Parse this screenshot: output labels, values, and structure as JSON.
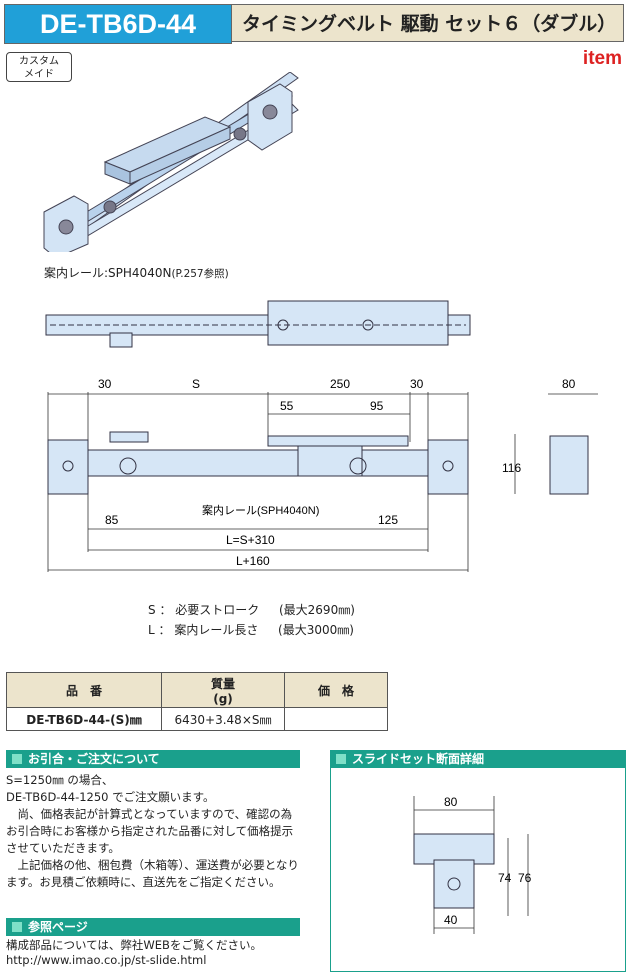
{
  "header": {
    "code": "DE-TB6D-44",
    "title": "タイミングベルト 駆動 セット６（ダブル）"
  },
  "badge": {
    "line1": "カスタム",
    "line2": "メイド"
  },
  "brand": "item",
  "rail_note": {
    "prefix": "案内レール:SPH4040N",
    "suffix": "(P.257参照)"
  },
  "dims": {
    "d30a": "30",
    "dS": "S",
    "d250": "250",
    "d30b": "30",
    "d80": "80",
    "d55": "55",
    "d95": "95",
    "d116": "116",
    "d85": "85",
    "d125": "125",
    "rail_label": "案内レール(SPH4040N)",
    "L1": "L=S+310",
    "L2": "L+160"
  },
  "legend": {
    "s_key": "S",
    "s_desc": "必要ストローク",
    "s_max": "(最大2690㎜)",
    "l_key": "L",
    "l_desc": "案内レール長さ",
    "l_max": "(最大3000㎜)"
  },
  "table": {
    "h_part": "品　番",
    "h_mass": "質量",
    "h_mass_unit": "(g)",
    "h_price": "価　格",
    "r_part": "DE-TB6D-44-(S)㎜",
    "r_mass": "6430+3.48×S㎜",
    "r_price": ""
  },
  "order": {
    "heading": "お引合・ご注文について",
    "l1": "S=1250㎜ の場合、",
    "l2": "DE-TB6D-44-1250 でご注文願います。",
    "p1": "　尚、価格表記が計算式となっていますので、確認の為お引合時にお客様から指定された品番に対して価格提示させていただきます。",
    "p2": "　上記価格の他、梱包費（木箱等）、運送費が必要となります。お見積ご依頼時に、直送先をご指定ください。"
  },
  "ref": {
    "heading": "参照ページ",
    "l1": "構成部品については、弊社WEBをご覧ください。",
    "l2": "http://www.imao.co.jp/st-slide.html"
  },
  "section_detail": {
    "heading": "スライドセット断面詳細",
    "w80": "80",
    "h74": "74",
    "h76": "76",
    "w40": "40"
  },
  "colors": {
    "code_bg": "#20a0d8",
    "title_bg": "#ece4cc",
    "accent": "#1aa08c",
    "part_blue": "#d6e6f6"
  }
}
